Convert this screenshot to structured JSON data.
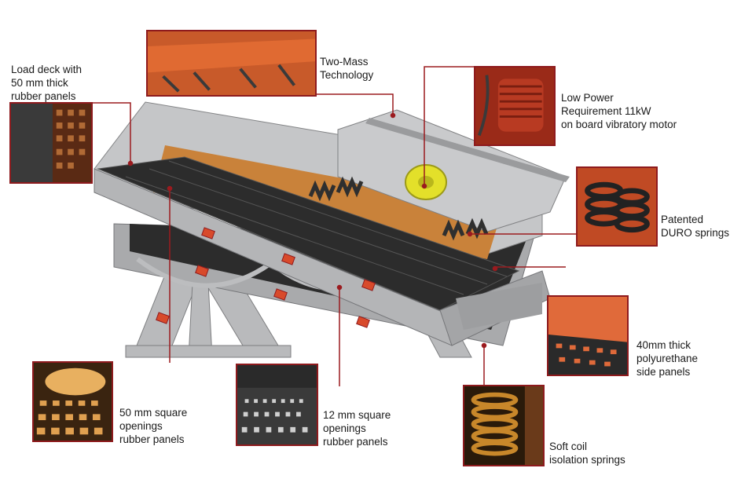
{
  "colors": {
    "callout_line": "#9b1b1f",
    "frame": "#8e1a1d",
    "machine_grey": "#bcbdbf",
    "panel_dark": "#2c2c2c",
    "deck_orange": "#c9823a",
    "motor_yellow": "#e3e02a",
    "spring_dark": "#3a3a3a",
    "accent_red": "#d84a2b"
  },
  "callouts": [
    {
      "id": "load-deck",
      "lines": [
        "Load deck with",
        "50 mm thick",
        "rubber panels"
      ]
    },
    {
      "id": "two-mass",
      "lines": [
        "Two-Mass",
        "Technology"
      ]
    },
    {
      "id": "low-power",
      "lines": [
        "Low Power",
        "Requirement 11kW",
        "on board vibratory motor"
      ]
    },
    {
      "id": "duro",
      "lines": [
        "Patented",
        "DURO springs"
      ]
    },
    {
      "id": "side-panels",
      "lines": [
        "40mm thick",
        "polyurethane",
        "side panels"
      ]
    },
    {
      "id": "soft-coil",
      "lines": [
        "Soft coil",
        "isolation springs"
      ]
    },
    {
      "id": "square-12",
      "lines": [
        "12 mm square",
        "openings",
        "rubber panels"
      ]
    },
    {
      "id": "square-50",
      "lines": [
        "50 mm square",
        "openings",
        "rubber panels"
      ]
    }
  ]
}
